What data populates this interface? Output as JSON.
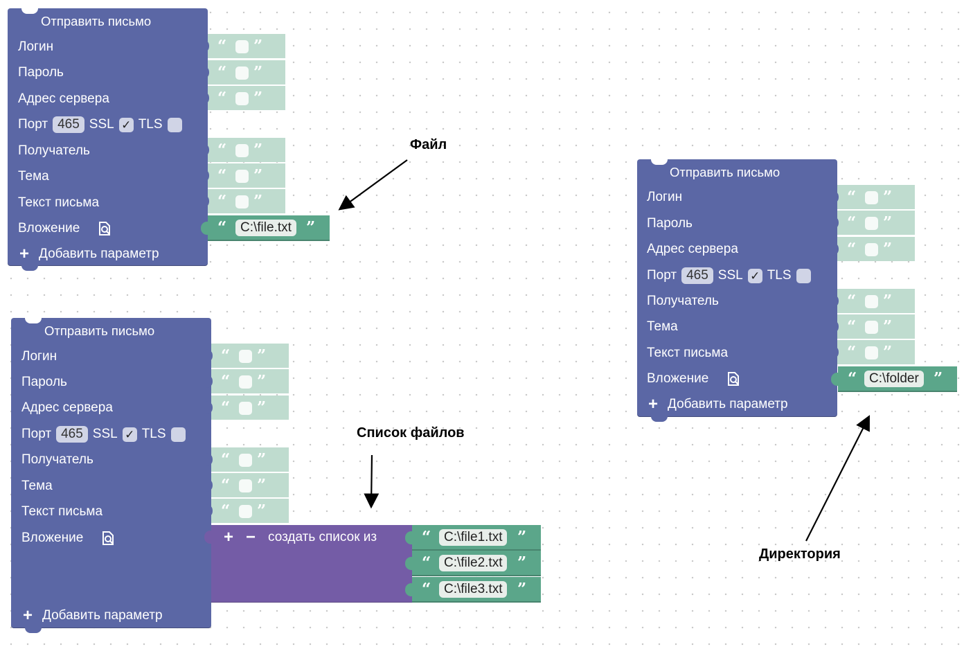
{
  "blocks": [
    {
      "title": "Отправить письмо",
      "login": "Логин",
      "password": "Пароль",
      "server": "Адрес сервера",
      "port_label": "Порт",
      "port_value": "465",
      "ssl_label": "SSL",
      "ssl_checked": "✓",
      "tls_label": "TLS",
      "recipient": "Получатель",
      "subject": "Тема",
      "body_text": "Текст письма",
      "attachment": "Вложение",
      "add_param": "Добавить параметр",
      "attachment_value": "C:\\file.txt"
    },
    {
      "title": "Отправить письмо",
      "login": "Логин",
      "password": "Пароль",
      "server": "Адрес сервера",
      "port_label": "Порт",
      "port_value": "465",
      "ssl_label": "SSL",
      "ssl_checked": "✓",
      "tls_label": "TLS",
      "recipient": "Получатель",
      "subject": "Тема",
      "body_text": "Текст письма",
      "attachment": "Вложение",
      "add_param": "Добавить параметр",
      "list_label": "создать список из",
      "list_plus": "+",
      "list_minus": "−",
      "list_items": [
        "C:\\file1.txt",
        "C:\\file2.txt",
        "C:\\file3.txt"
      ]
    },
    {
      "title": "Отправить письмо",
      "login": "Логин",
      "password": "Пароль",
      "server": "Адрес сервера",
      "port_label": "Порт",
      "port_value": "465",
      "ssl_label": "SSL",
      "ssl_checked": "✓",
      "tls_label": "TLS",
      "recipient": "Получатель",
      "subject": "Тема",
      "body_text": "Текст письма",
      "attachment": "Вложение",
      "add_param": "Добавить параметр",
      "attachment_value": "C:\\folder"
    }
  ],
  "annotations": {
    "file": "Файл",
    "file_list": "Список файлов",
    "directory": "Директория"
  },
  "icons": {
    "attachment": "file-search-icon",
    "add": "plus-icon",
    "quote_open": "“",
    "quote_close": "”"
  },
  "colors": {
    "block": "#5b67a5",
    "string_socket": "#bfdccf",
    "string_block": "#5ba68a",
    "list_block": "#745ca6"
  }
}
